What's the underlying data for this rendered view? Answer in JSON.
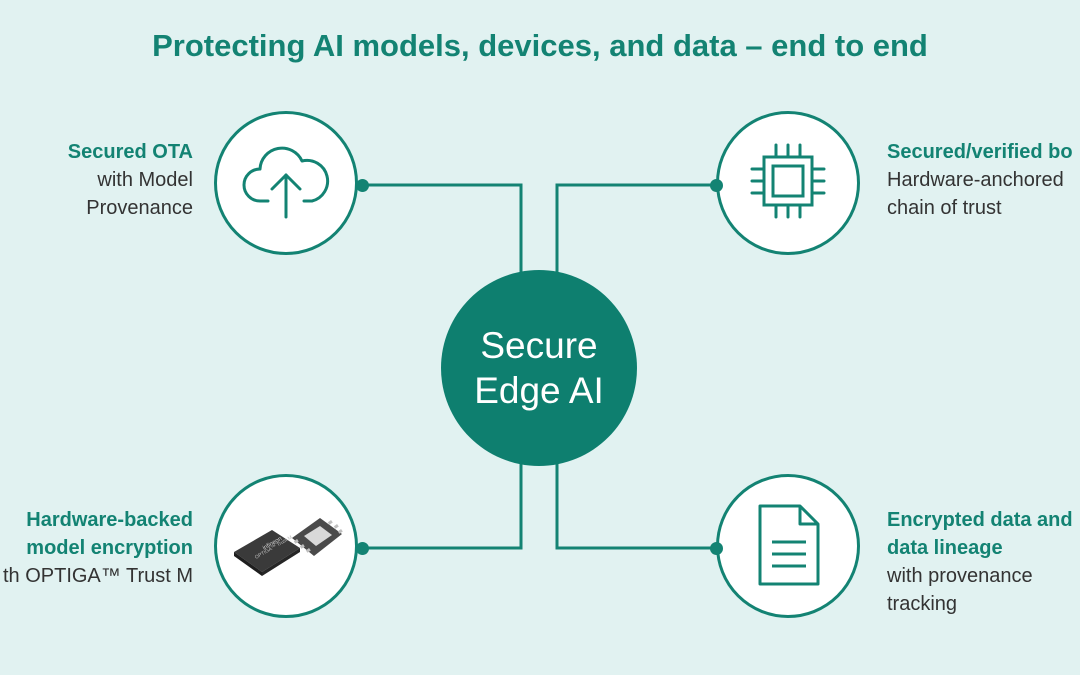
{
  "title": "Protecting AI models, devices, and data – end to end",
  "hub": {
    "line1": "Secure",
    "line2": "Edge AI"
  },
  "nodes": {
    "ota": {
      "heading": "Secured OTA",
      "line1": "with Model",
      "line2": "Provenance",
      "icon": "cloud-upload-icon"
    },
    "boot": {
      "heading": "Secured/verified bo",
      "line1": "Hardware-anchored",
      "line2": "chain of trust",
      "icon": "chip-icon"
    },
    "encryption": {
      "heading1": "Hardware-backed",
      "heading2": "model encryption",
      "line1": "th OPTIGA™ Trust M",
      "icon": "optiga-chip-image",
      "chip_logo": "infineon",
      "chip_text": "OPTIGA™ Trust M"
    },
    "data": {
      "heading1": "Encrypted data and",
      "heading2": "data lineage",
      "line1": "with provenance",
      "line2": "tracking",
      "icon": "document-icon"
    }
  },
  "colors": {
    "background": "#e1f2f1",
    "accent": "#138373",
    "hub": "#0e7f6f"
  }
}
